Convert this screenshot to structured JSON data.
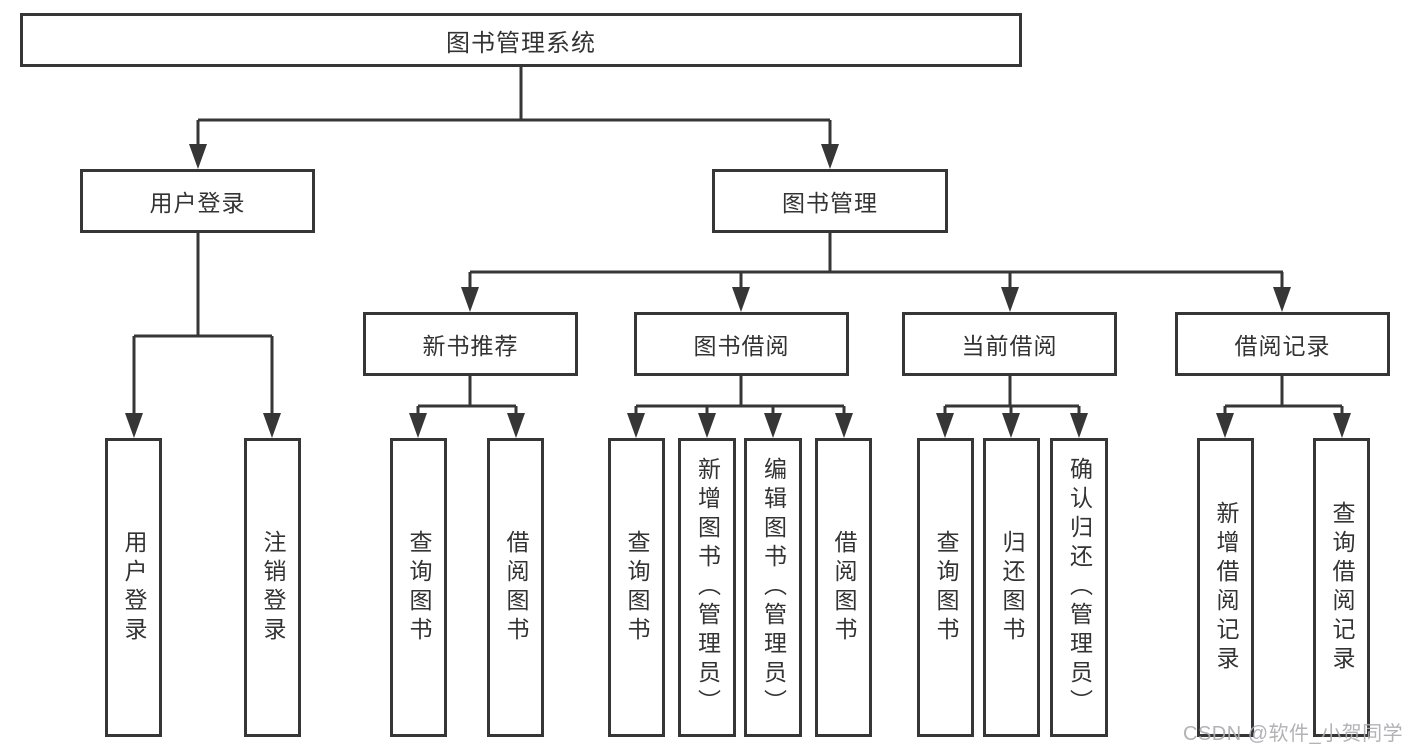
{
  "diagram": {
    "root": "图书管理系统",
    "branches": [
      {
        "label": "用户登录",
        "children": [
          "用户登录",
          "注销登录"
        ]
      },
      {
        "label": "图书管理",
        "groups": [
          {
            "label": "新书推荐",
            "children": [
              "查询图书",
              "借阅图书"
            ]
          },
          {
            "label": "图书借阅",
            "children": [
              "查询图书",
              "新增图书（管理员）",
              "编辑图书（管理员）",
              "借阅图书"
            ]
          },
          {
            "label": "当前借阅",
            "children": [
              "查询图书",
              "归还图书",
              "确认归还（管理员）"
            ]
          },
          {
            "label": "借阅记录",
            "children": [
              "新增借阅记录",
              "查询借阅记录"
            ]
          }
        ]
      }
    ]
  },
  "watermark": {
    "text": "CSDN @软件_小贺同学"
  },
  "colors": {
    "line": "#363636",
    "box_border": "#363636",
    "box_background": "#ffffff",
    "text": "#333333",
    "watermark": "#ababb1",
    "page_background": "#ffffff"
  }
}
